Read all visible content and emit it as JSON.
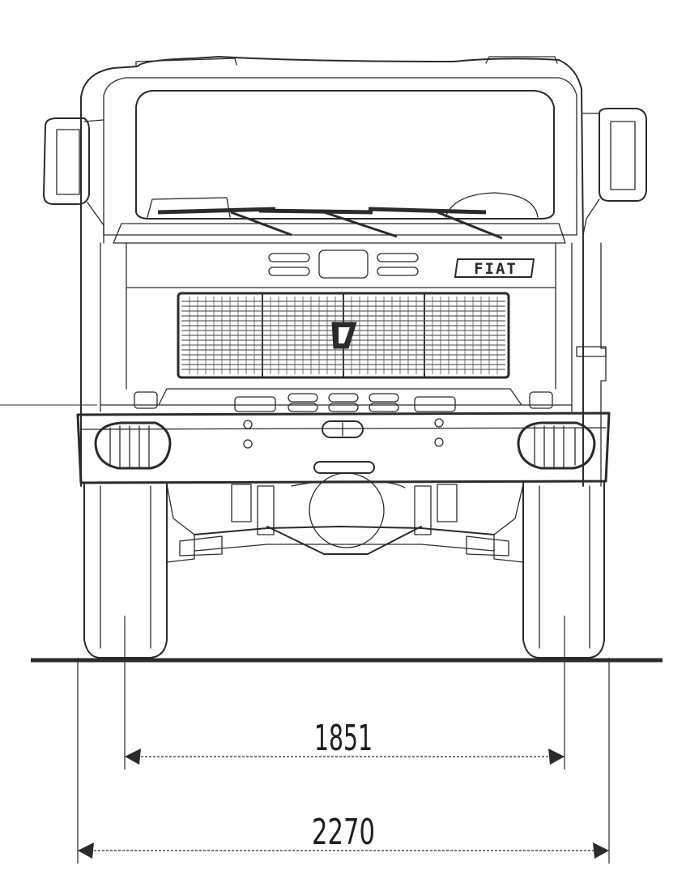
{
  "drawing": {
    "brand_logo": "FIAT",
    "dimensions": {
      "track_width": "1851",
      "overall_width": "2270"
    }
  }
}
